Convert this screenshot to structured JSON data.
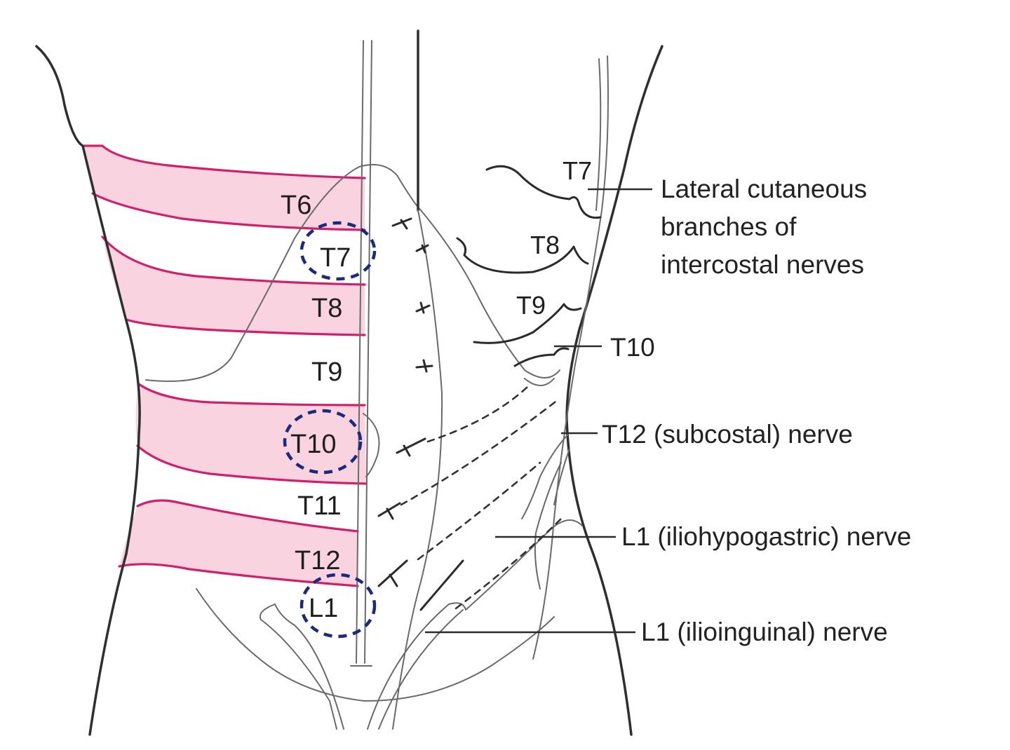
{
  "colors": {
    "dermatome_band": "#f9d3e0",
    "dermatome_edge": "#d21f6a",
    "highlight_circle": "#1b2a7a",
    "line": "#2f2f2f"
  },
  "dermatome_labels": {
    "t6": "T6",
    "t7": "T7",
    "t8": "T8",
    "t9": "T9",
    "t10": "T10",
    "t11": "T11",
    "t12": "T12",
    "l1": "L1"
  },
  "highlighted_dermatomes": [
    "T7",
    "T10",
    "L1"
  ],
  "nerve_labels": {
    "t7": "T7",
    "t8": "T8",
    "t9": "T9"
  },
  "callouts": {
    "lateral_cutaneous_line1": "Lateral cutaneous",
    "lateral_cutaneous_line2": "branches of",
    "lateral_cutaneous_line3": "intercostal nerves",
    "t10": "T10",
    "t12_subcostal": "T12 (subcostal) nerve",
    "l1_iliohypogastric": "L1 (iliohypogastric) nerve",
    "l1_ilioinguinal": "L1 (ilioinguinal) nerve"
  }
}
